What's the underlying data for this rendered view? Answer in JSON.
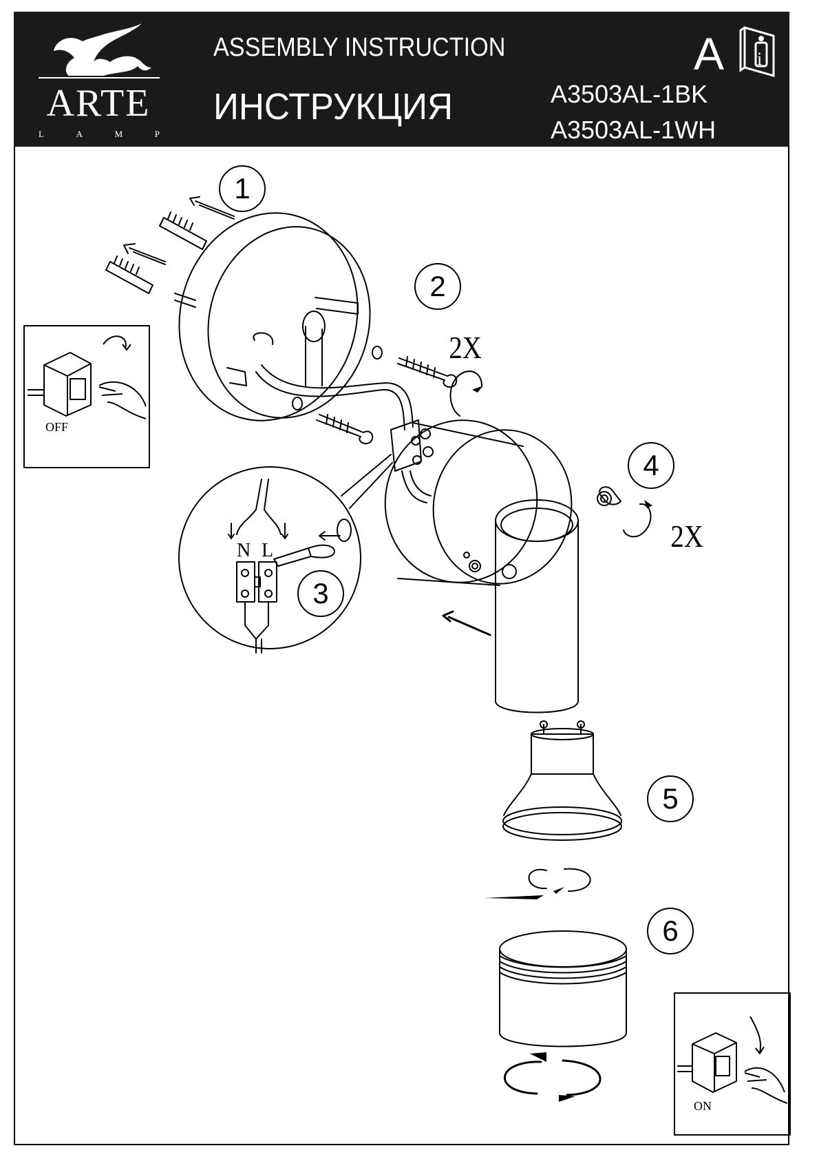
{
  "header": {
    "brand": "ARTE",
    "brand_sub": [
      "L",
      "A",
      "M",
      "P"
    ],
    "title_en": "ASSEMBLY INSTRUCTION",
    "title_ru": "ИНСТРУКЦИЯ",
    "version_letter": "A",
    "models": [
      "A3503AL-1BK",
      "A3503AL-1WH"
    ]
  },
  "steps": [
    "1",
    "2",
    "3",
    "4",
    "5",
    "6"
  ],
  "multipliers": {
    "screws": "2X",
    "bolts": "2X"
  },
  "wiring": {
    "neutral": "N",
    "live": "L"
  },
  "switch_off_label": "OFF",
  "switch_on_label": "ON",
  "icons": [
    "griffin-logo-icon",
    "manual-info-icon",
    "wall-plug-icon",
    "screw-icon",
    "rotate-arrow-icon",
    "light-switch-icon",
    "hand-icon",
    "gu10-bulb-icon",
    "terminal-block-icon",
    "screwdriver-icon"
  ],
  "colors": {
    "header_bg": "#1a1a1a",
    "line": "#000000",
    "background": "#ffffff"
  }
}
